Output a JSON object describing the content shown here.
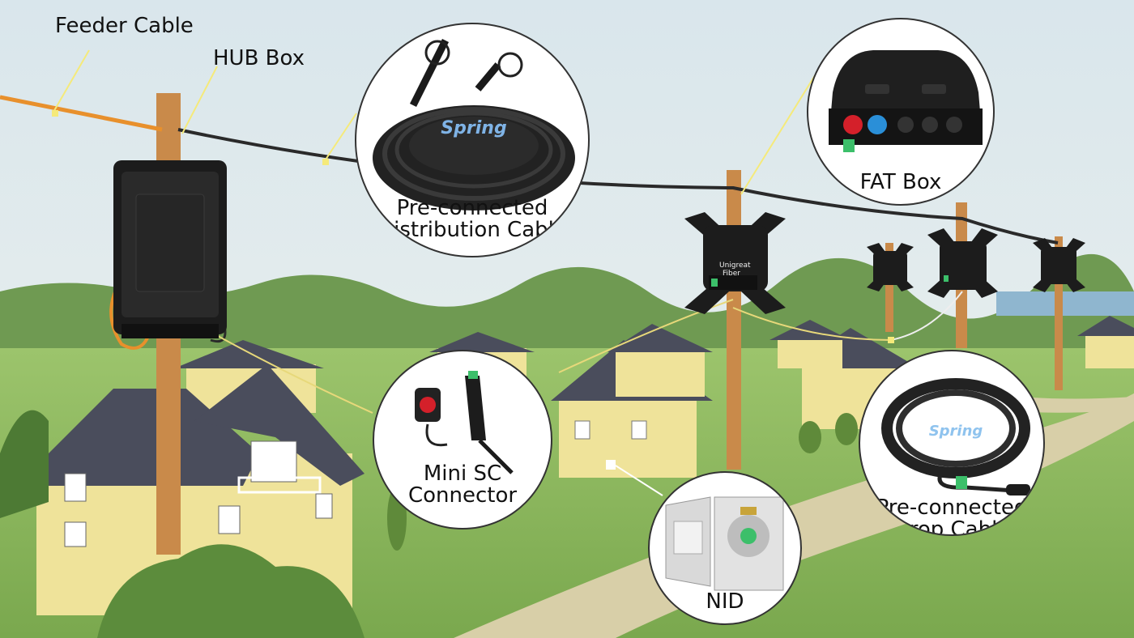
{
  "labels": {
    "feeder_cable": "Feeder Cable",
    "hub_box": "HUB Box"
  },
  "callouts": {
    "distribution_cable": {
      "line1": "Pre-connected",
      "line2": "Distribution Cable",
      "watermark": "Spring"
    },
    "fat_box": {
      "label": "FAT Box"
    },
    "mini_sc": {
      "line1": "Mini SC",
      "line2": "Connector"
    },
    "nid": {
      "label": "NID"
    },
    "drop_cable": {
      "line1": "Pre-connected",
      "line2": "Drop Cable",
      "watermark": "Spring"
    }
  },
  "branding": {
    "fat_logo_line1": "Unigreat",
    "fat_logo_line2": "Fiber"
  },
  "colors": {
    "sky": "#e3ecef",
    "grass": "#8cb860",
    "pole": "#c98a4a",
    "feeder": "#e8902c",
    "cable": "#2a2a2a",
    "house_wall": "#efe39a",
    "roof": "#4a4d5c",
    "device": "#1c1c1c",
    "connector_green": "#3cbf6a"
  }
}
